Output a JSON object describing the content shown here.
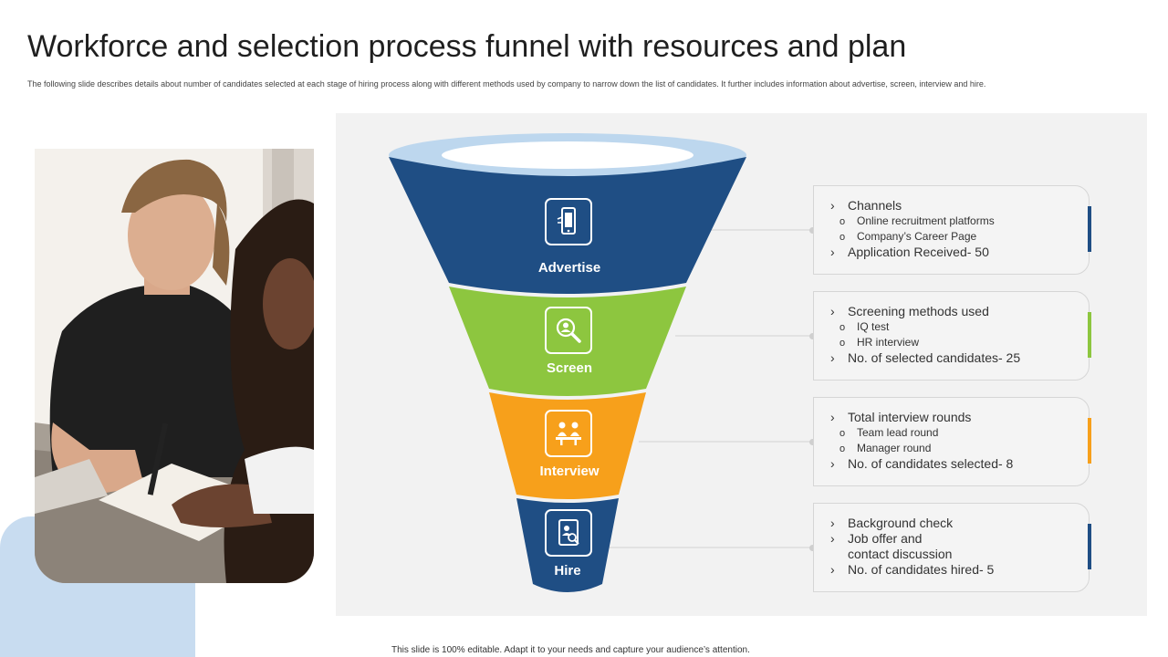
{
  "slide": {
    "title": "Workforce and selection process funnel with resources and plan",
    "subtitle": "The following slide describes details about number of candidates selected at each stage of hiring process along with different methods used by company to narrow down the list of candidates. It further includes information about advertise, screen, interview and hire.",
    "footer": "This slide is 100% editable. Adapt it to your needs and capture your audience’s attention."
  },
  "colors": {
    "advertise": "#1f4e84",
    "screen": "#8dc63f",
    "interview": "#f7a01b",
    "hire": "#1f4e84",
    "funnel_rim": "#bdd7ee",
    "panel": "#f2f2f2",
    "deco_blue": "#c8dcf0"
  },
  "stages": [
    {
      "label": "Advertise",
      "icon": "mobile-phone-icon",
      "color": "#1f4e84"
    },
    {
      "label": "Screen",
      "icon": "magnifier-person-icon",
      "color": "#8dc63f"
    },
    {
      "label": "Interview",
      "icon": "meeting-people-icon",
      "color": "#f7a01b"
    },
    {
      "label": "Hire",
      "icon": "profile-document-icon",
      "color": "#1f4e84"
    }
  ],
  "cards": [
    {
      "accent": "#1f4e84",
      "lines": [
        {
          "level": 1,
          "text": "Channels"
        },
        {
          "level": 2,
          "text": "Online recruitment  platforms"
        },
        {
          "level": 2,
          "text": "Company’s Career Page"
        },
        {
          "level": 1,
          "text": "Application Received- 50"
        }
      ]
    },
    {
      "accent": "#8dc63f",
      "lines": [
        {
          "level": 1,
          "text": "Screening methods used"
        },
        {
          "level": 2,
          "text": "IQ test"
        },
        {
          "level": 2,
          "text": "HR interview"
        },
        {
          "level": 1,
          "text": "No. of selected candidates- 25"
        }
      ]
    },
    {
      "accent": "#f7a01b",
      "lines": [
        {
          "level": 1,
          "text": "Total interview rounds"
        },
        {
          "level": 2,
          "text": "Team lead round"
        },
        {
          "level": 2,
          "text": "Manager round"
        },
        {
          "level": 1,
          "text": "No. of candidates selected- 8"
        }
      ]
    },
    {
      "accent": "#1f4e84",
      "lines": [
        {
          "level": 1,
          "text": "Background check"
        },
        {
          "level": 1,
          "text": "Job offer and"
        },
        {
          "level": 1,
          "text": "contact discussion",
          "continuation": true
        },
        {
          "level": 1,
          "text": "No. of candidates hired- 5"
        }
      ]
    }
  ]
}
